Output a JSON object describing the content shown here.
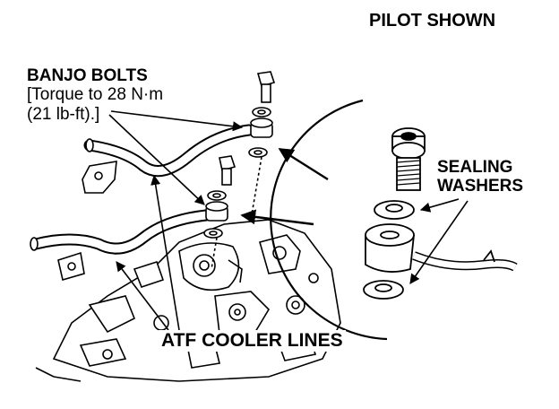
{
  "labels": {
    "pilot_shown": "PILOT SHOWN",
    "banjo_bolts_title": "BANJO BOLTS",
    "banjo_torque_line1": "[Torque to 28 N·m",
    "banjo_torque_line2": "(21 lb-ft).]",
    "sealing_line1": "SEALING",
    "sealing_line2": "WASHERS",
    "atf_cooler_lines": "ATF COOLER LINES"
  },
  "colors": {
    "ink": "#000000",
    "paper": "#ffffff"
  }
}
